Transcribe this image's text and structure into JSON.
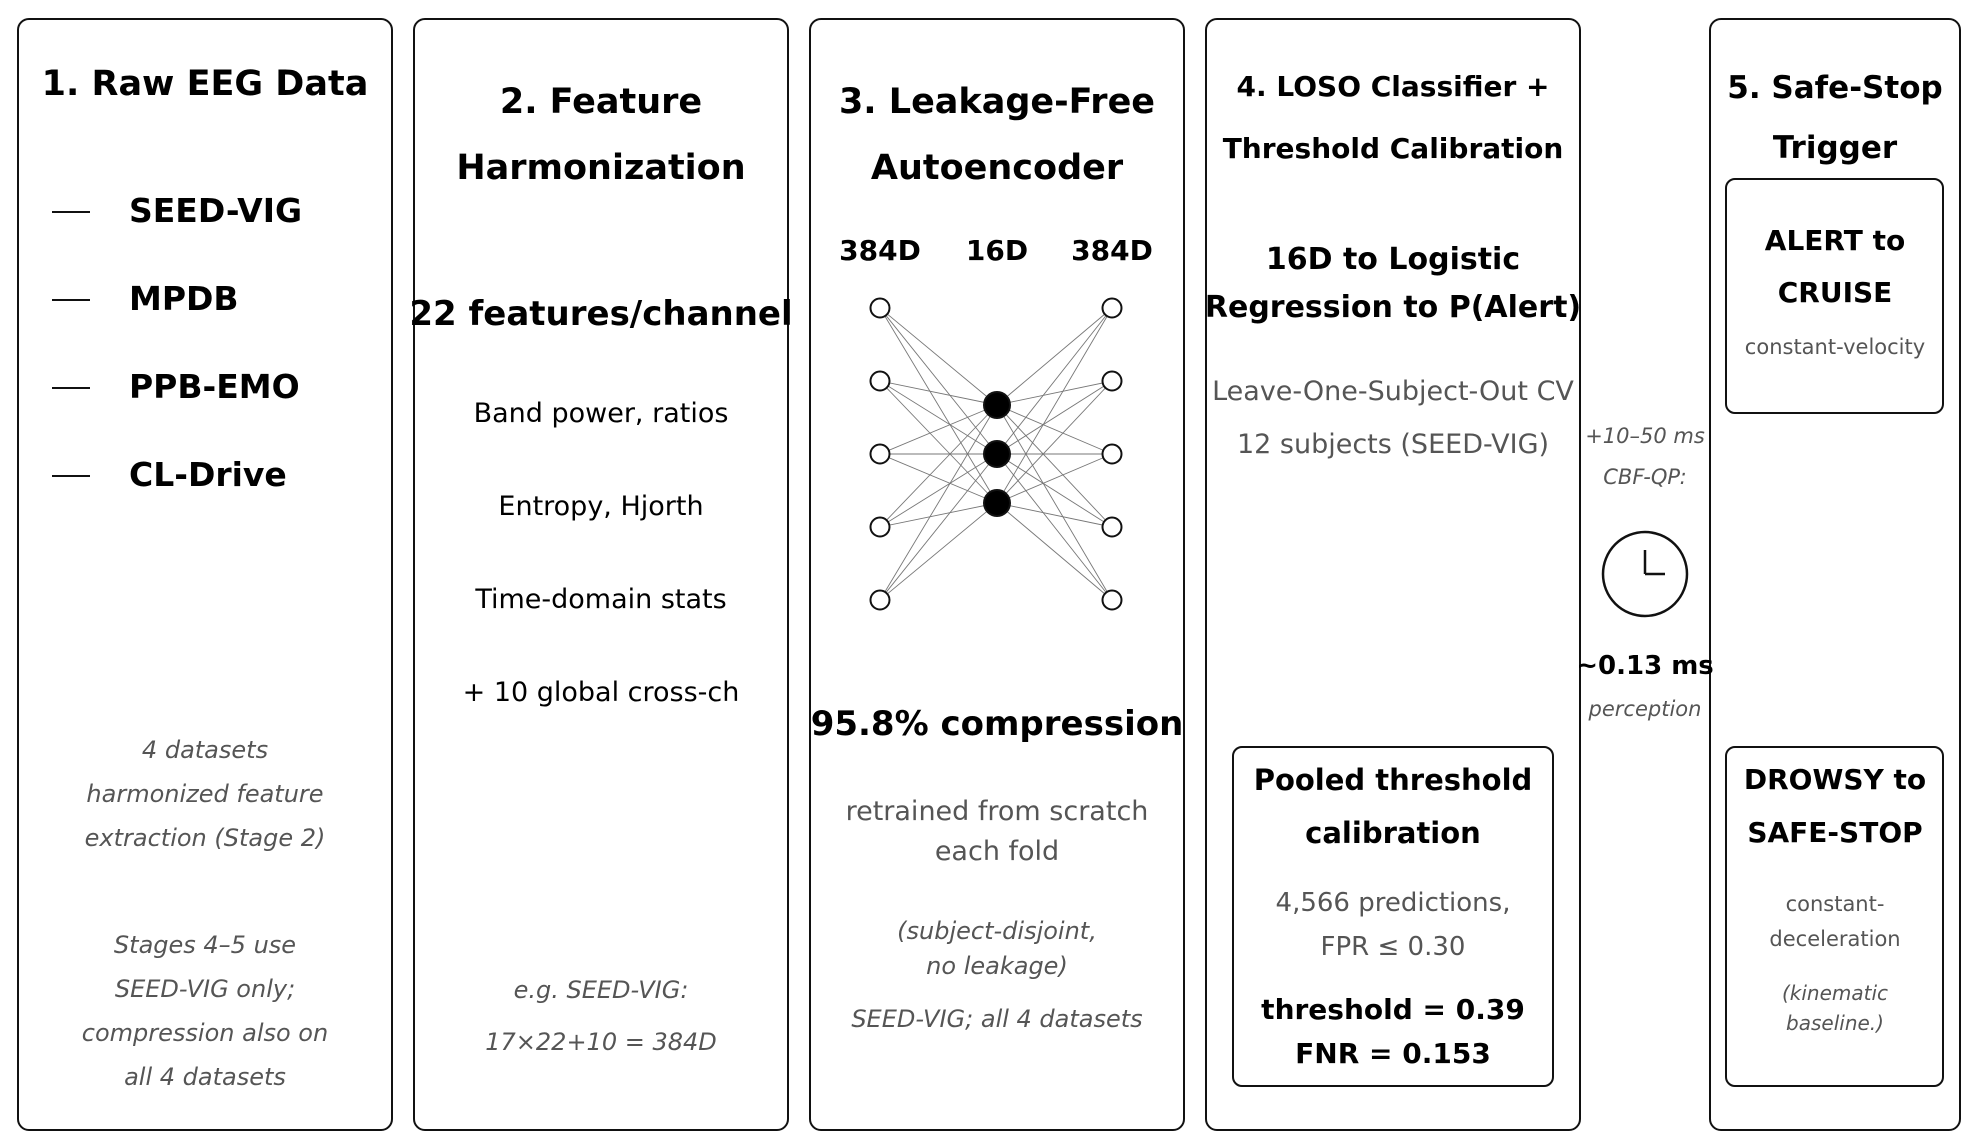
{
  "panel1": {
    "title": "1. Raw EEG Data",
    "datasets": [
      "SEED-VIG",
      "MPDB",
      "PPB-EMO",
      "CL-Drive"
    ],
    "note1": [
      "4 datasets",
      "harmonized feature",
      "extraction (Stage 2)"
    ],
    "note2": [
      "Stages 4–5 use",
      "SEED-VIG only;",
      "compression also on",
      "all 4 datasets"
    ]
  },
  "panel2": {
    "title": [
      "2. Feature",
      "Harmonization"
    ],
    "headline": "22 features/channel",
    "features": [
      "Band power, ratios",
      "Entropy, Hjorth",
      "Time-domain stats",
      "+ 10 global cross-ch"
    ],
    "example": [
      "e.g. SEED-VIG:",
      "17×22+10 = 384D"
    ]
  },
  "panel3": {
    "title": [
      "3. Leakage-Free",
      "Autoencoder"
    ],
    "layer_labels": [
      "384D",
      "16D",
      "384D"
    ],
    "network": {
      "input_nodes": 5,
      "bottleneck_nodes": 3,
      "output_nodes": 5
    },
    "compression": "95.8% compression",
    "retrain": [
      "retrained from scratch",
      "each fold"
    ],
    "disjoint": [
      "(subject-disjoint,",
      "no leakage)"
    ],
    "scope": "SEED-VIG; all 4 datasets"
  },
  "panel4": {
    "title": [
      "4. LOSO Classifier +",
      "Threshold Calibration"
    ],
    "model": [
      "16D to Logistic",
      "Regression to P(Alert)"
    ],
    "cv": [
      "Leave-One-Subject-Out CV",
      "12 subjects (SEED-VIG)"
    ],
    "calib_box": {
      "title": [
        "Pooled threshold",
        "calibration"
      ],
      "detail": [
        "4,566 predictions,",
        "FPR ≤ 0.30"
      ],
      "threshold": "threshold = 0.39",
      "fnr": "FNR = 0.153"
    }
  },
  "connector": {
    "cbf_timing": [
      "+10–50 ms",
      "CBF-QP:"
    ],
    "icon": "clock-icon",
    "perception_time": "~0.13 ms",
    "perception_label": "perception"
  },
  "panel5": {
    "title": [
      "5. Safe-Stop",
      "Trigger"
    ],
    "alert_box": {
      "title": [
        "ALERT to",
        "CRUISE"
      ],
      "sub": "constant-velocity"
    },
    "drowsy_box": {
      "title": [
        "DROWSY to",
        "SAFE-STOP"
      ],
      "sub": [
        "constant-",
        "deceleration"
      ],
      "note": [
        "(kinematic",
        "baseline.)"
      ]
    }
  }
}
